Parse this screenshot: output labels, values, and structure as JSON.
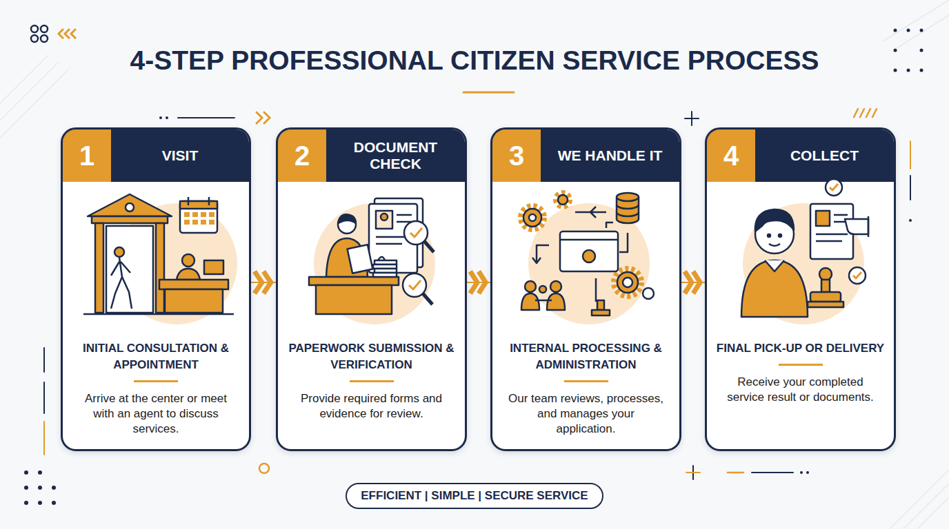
{
  "diagram": {
    "title": "4-STEP PROFESSIONAL CITIZEN SERVICE PROCESS",
    "nodes": [
      {
        "text": [
          "VISIT",
          "INITIAL CONSULTATION & APPOINTMENT",
          "Arrive at the center or meet with an agent to discuss services."
        ]
      },
      {
        "text": [
          "1"
        ],
        "in": 0
      },
      {
        "text": [
          "DOCUMENT CHECK",
          "PAPERWORK SUBMISSION & VERIFICATION",
          "Provide required forms and evidence for review."
        ]
      },
      {
        "text": [
          "2"
        ],
        "in": 2
      },
      {
        "text": [
          "WE HANDLE IT",
          "INTERNAL PROCESSING & ADMINISTRATION",
          "Our team reviews, processes, and manages your application."
        ]
      },
      {
        "text": [
          "3"
        ],
        "in": 4
      },
      {
        "text": [
          "COLLECT",
          "FINAL PICK-UP OR DELIVERY",
          "Receive your completed service result or documents."
        ]
      },
      {
        "text": [
          "4"
        ],
        "in": 6
      },
      {
        "text": [
          "EFFICIENT | SIMPLE | SECURE SERVICE"
        ]
      }
    ],
    "edges": [
      {
        "from": 0,
        "to": 2,
        "arrow": "to"
      },
      {
        "from": 2,
        "to": 4,
        "arrow": "to"
      },
      {
        "from": 4,
        "to": 6,
        "arrow": "to"
      }
    ]
  }
}
